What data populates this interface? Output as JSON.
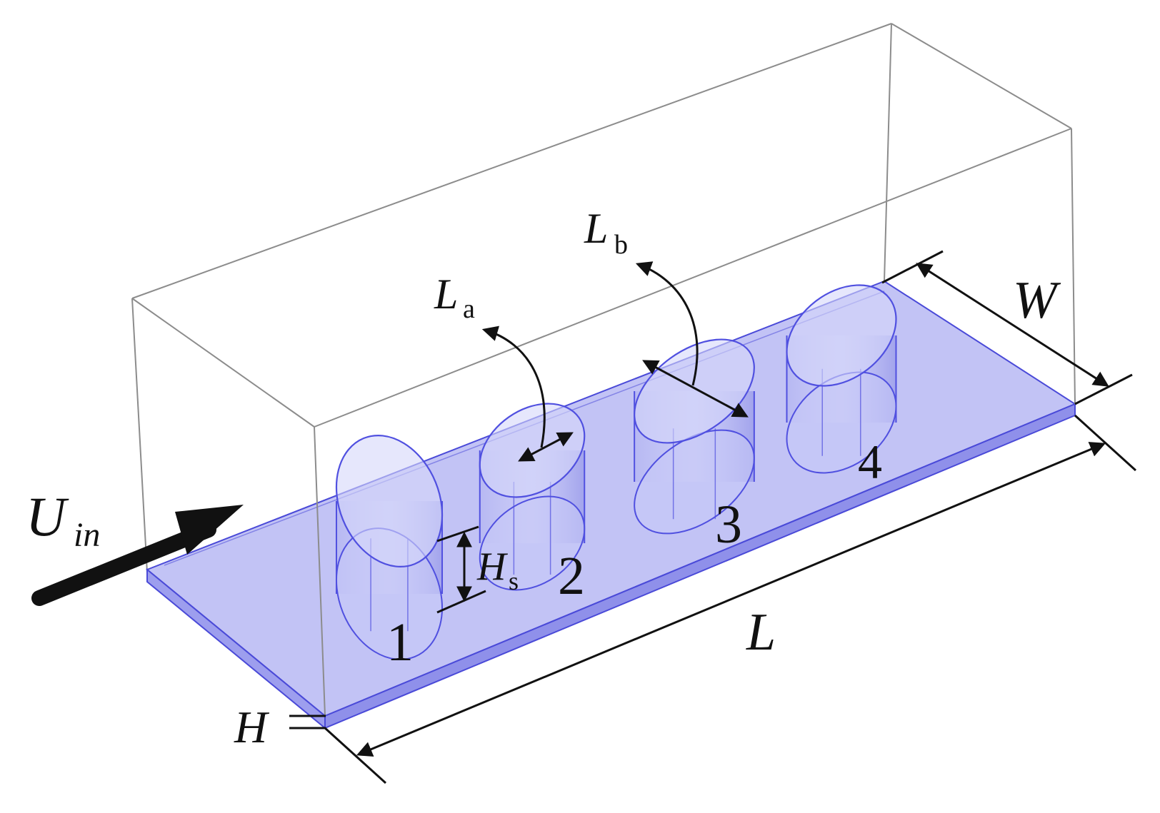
{
  "labels": {
    "inlet_main": "U",
    "inlet_sub": "in",
    "la_main": "L",
    "la_sub": "a",
    "lb_main": "L",
    "lb_sub": "b",
    "hs_main": "H",
    "hs_sub": "s",
    "width": "W",
    "length": "L",
    "thickness": "H"
  },
  "cylinders": [
    {
      "label": "1"
    },
    {
      "label": "2"
    },
    {
      "label": "3"
    },
    {
      "label": "4"
    }
  ],
  "colors": {
    "plate_fill": "#b7b8f3",
    "plate_edge": "#4a4ad8",
    "box_line": "#8c8c8c",
    "cylinder_fill": "#c9caf7",
    "cylinder_edge": "#5050e0",
    "arrow": "#111111"
  }
}
